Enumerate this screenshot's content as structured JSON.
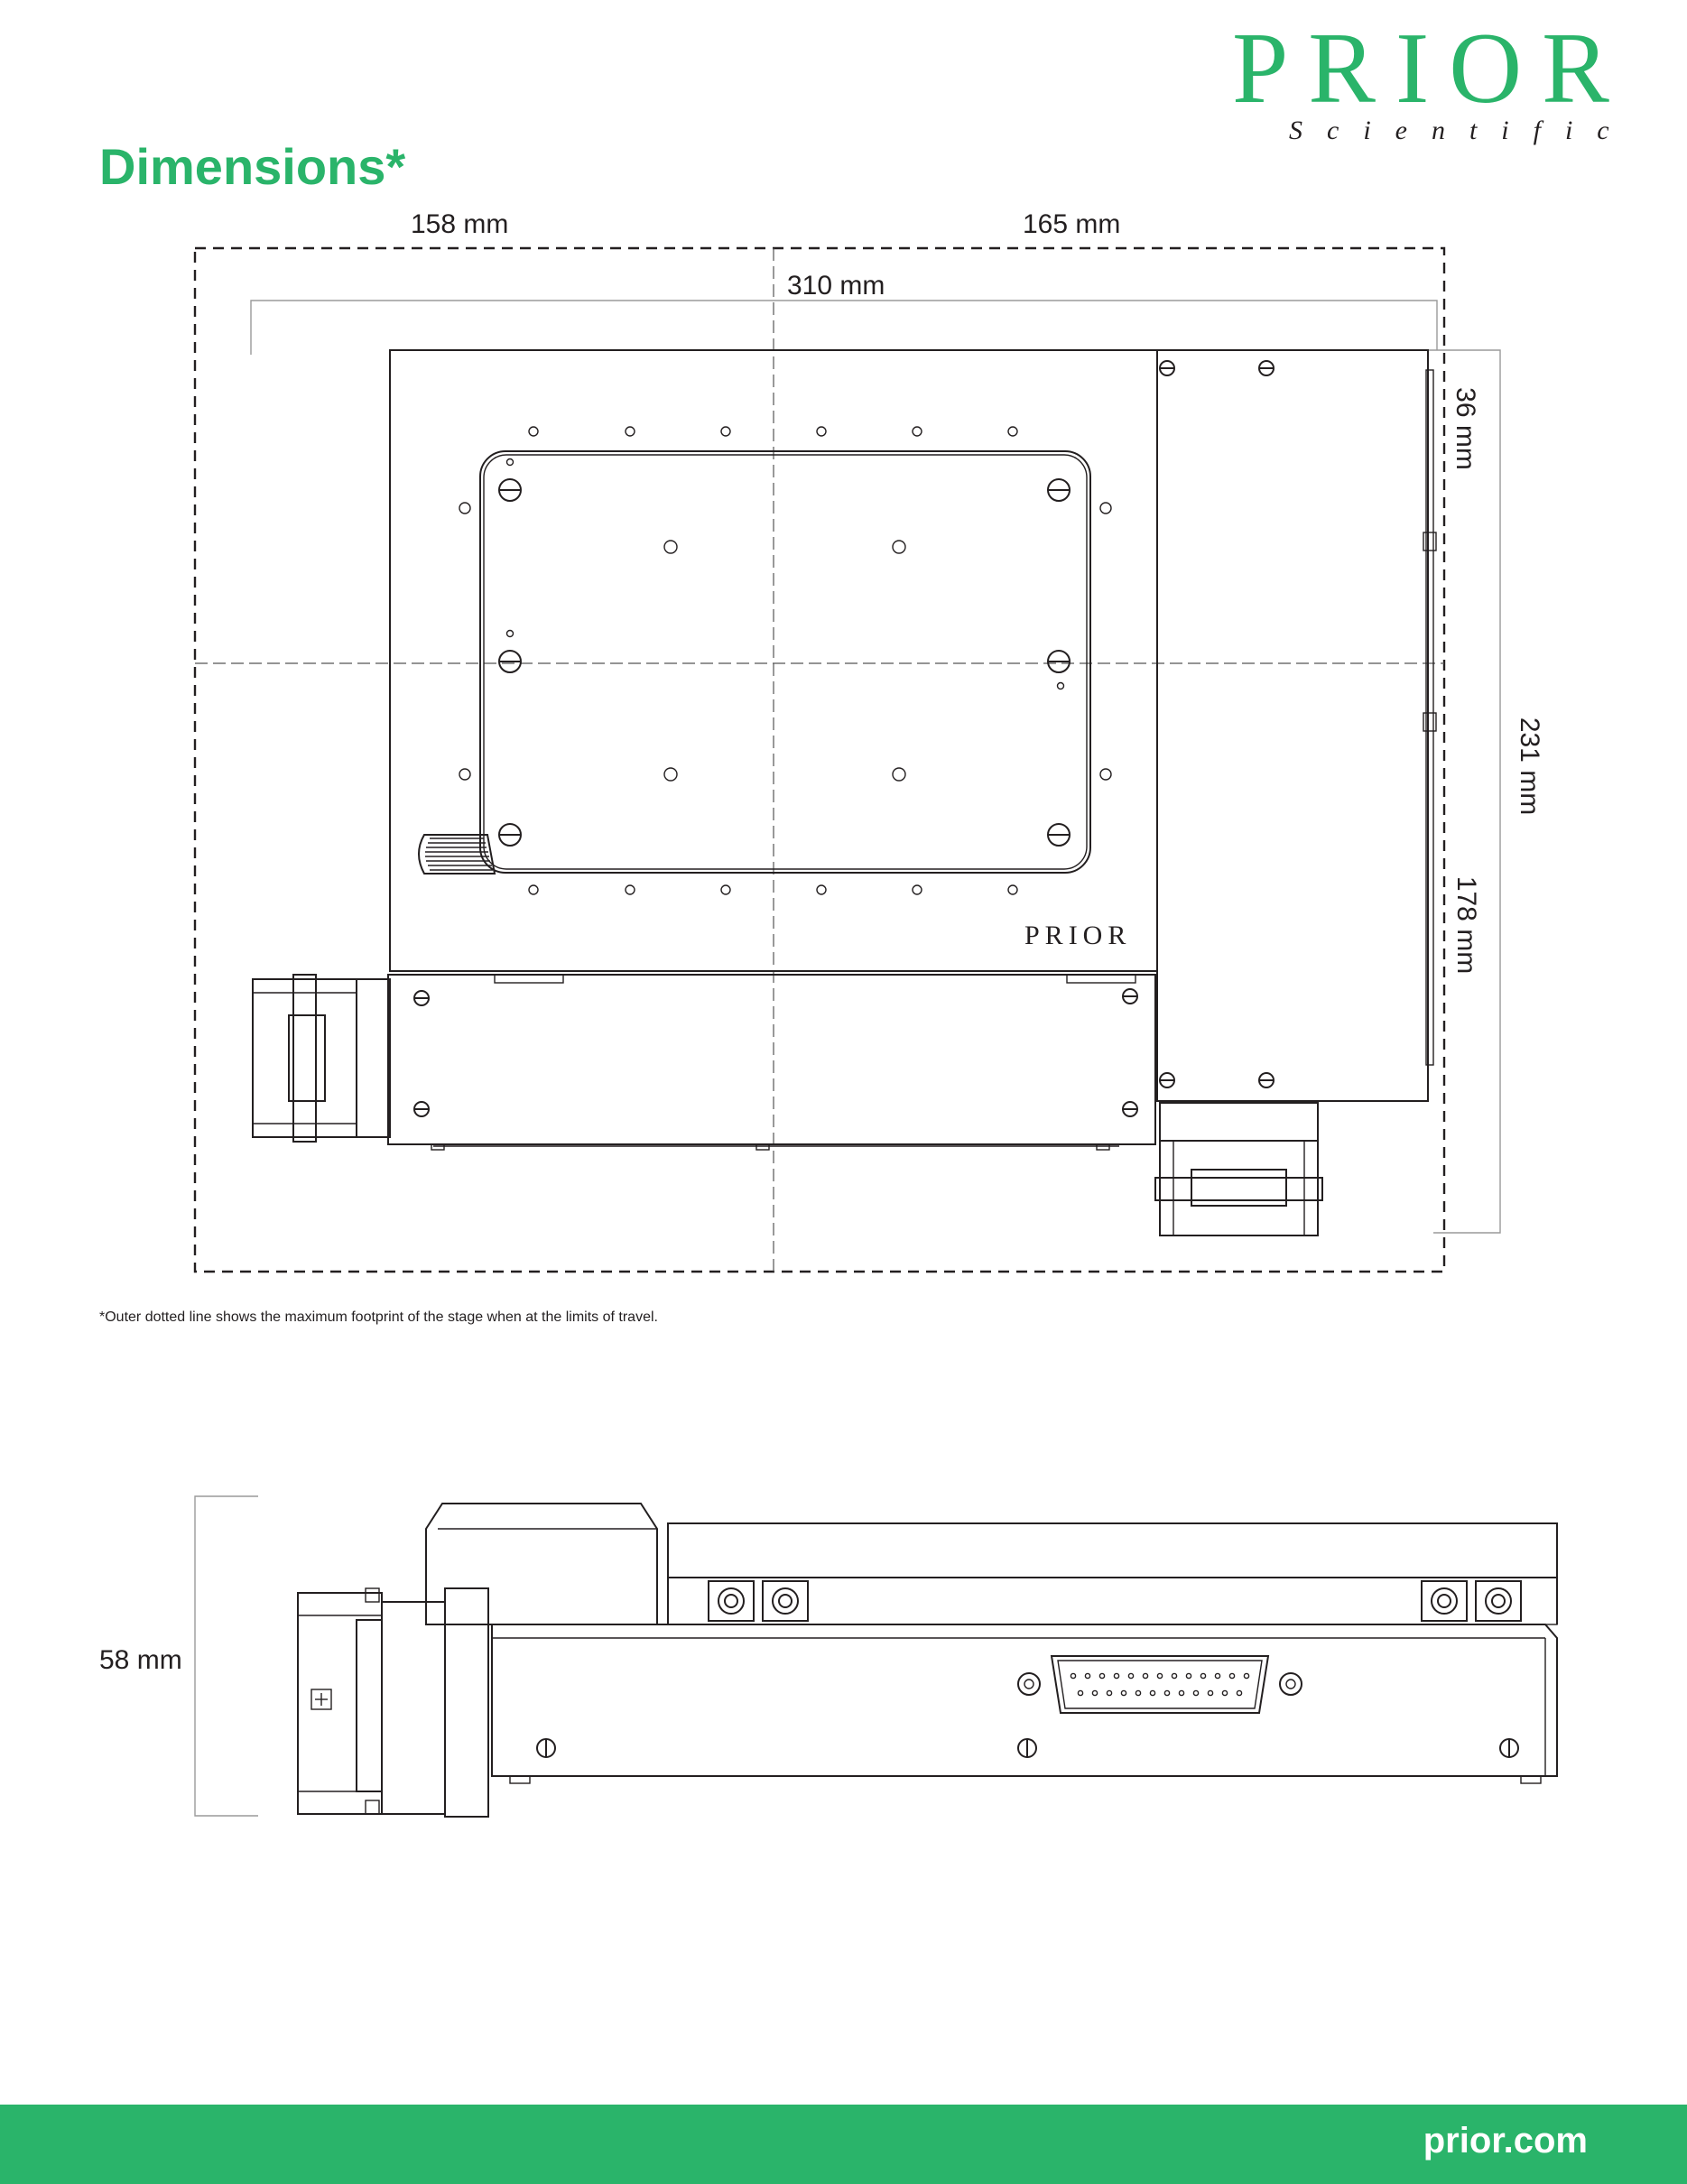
{
  "brand": {
    "logo_word": "PRIOR",
    "logo_sub": "Scientific",
    "plate_logo": "PRIOR",
    "accent_color": "#2ab46a"
  },
  "page_title": "Dimensions*",
  "top_view": {
    "dim_left": "158 mm",
    "dim_right": "165 mm",
    "dim_width": "310 mm",
    "dim_top_offset": "36 mm",
    "dim_height": "231 mm",
    "dim_body": "178 mm"
  },
  "note": "*Outer dotted line shows the maximum footprint of the stage when at the limits of travel.",
  "side_view": {
    "dim_height": "58 mm"
  },
  "footer": {
    "url": "prior.com"
  }
}
